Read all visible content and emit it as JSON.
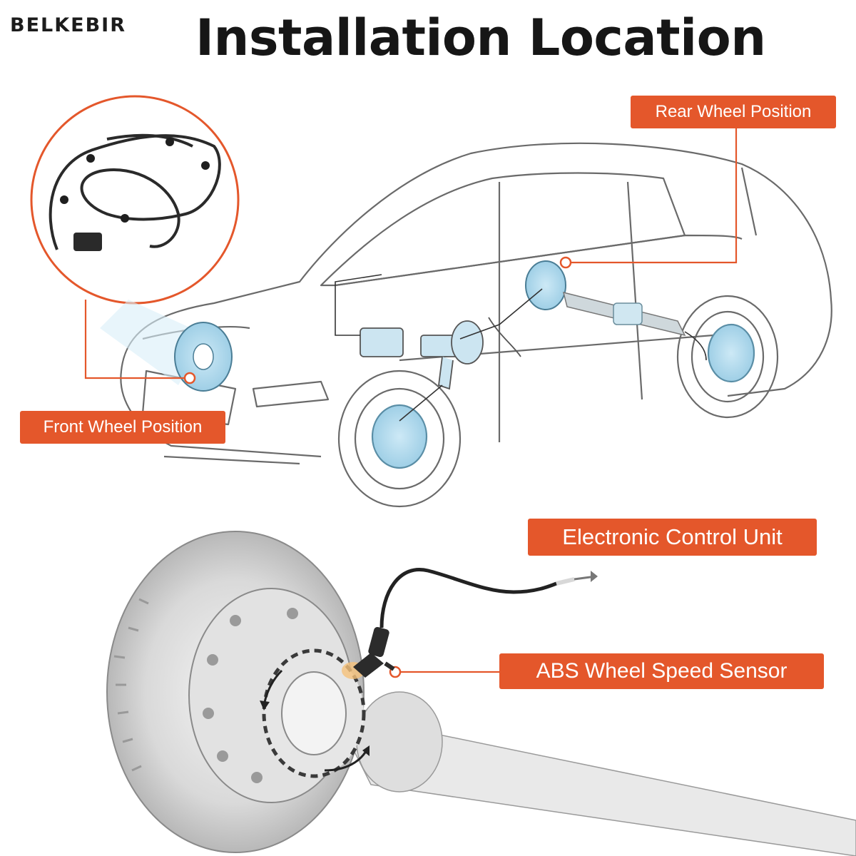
{
  "brand": {
    "logo_text": "BELKEBIR"
  },
  "header": {
    "title": "Installation Location"
  },
  "callouts": {
    "rear_wheel": "Rear Wheel Position",
    "front_wheel": "Front Wheel Position",
    "ecu": "Electronic Control Unit",
    "abs_sensor": "ABS Wheel Speed Sensor"
  },
  "colors": {
    "accent": "#e4572b",
    "title": "#161616",
    "line": "#555555",
    "highlight": "#bfe3f3"
  }
}
